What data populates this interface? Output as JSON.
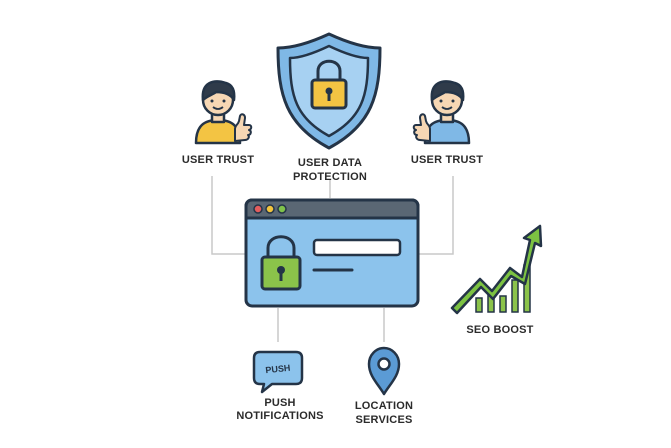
{
  "nodes": {
    "user_trust_left": {
      "label": "USER TRUST"
    },
    "data_protection": {
      "label_lines": [
        "USER DATA",
        "PROTECTION"
      ]
    },
    "user_trust_right": {
      "label": "USER TRUST"
    },
    "seo_boost": {
      "label": "SEO BOOST"
    },
    "push": {
      "icon_text": "PUSH",
      "label": "PUSH NOTIFICATIONS"
    },
    "location": {
      "label_lines": [
        "LOCATION",
        "SERVICES"
      ]
    }
  },
  "colors": {
    "outline": "#243447",
    "shield_blue": "#7fb8e6",
    "shield_inner": "#a7d1f2",
    "lock_yellow": "#f3c443",
    "lock_green": "#8bc34a",
    "browser_body": "#8cc3ec",
    "browser_bar": "#5a6774",
    "dot_red": "#e35d5d",
    "dot_yellow": "#f2c43d",
    "dot_green": "#7fc24b",
    "user_left_shirt": "#f3c443",
    "user_right_shirt": "#7fb8e6",
    "skin": "#f6d7b4",
    "hair": "#2f3b4a",
    "arrow_green": "#7cc242",
    "connector": "#c9c9c9"
  }
}
